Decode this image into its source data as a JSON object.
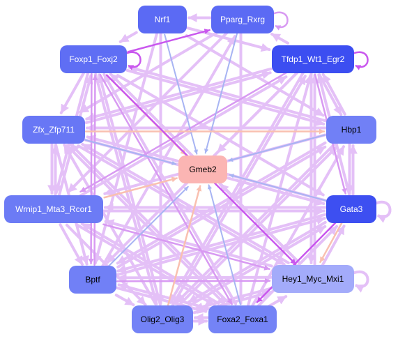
{
  "nodes": [
    {
      "id": "nrf1",
      "label": "Nrf1",
      "fill": "#5b6af4",
      "text_color": "#ffffff"
    },
    {
      "id": "pparg",
      "label": "Pparg_Rxrg",
      "fill": "#5b6af4",
      "text_color": "#ffffff"
    },
    {
      "id": "foxp1",
      "label": "Foxp1_Foxj2",
      "fill": "#5f6ef4",
      "text_color": "#ffffff"
    },
    {
      "id": "tfdp1",
      "label": "Tfdp1_Wt1_Egr2",
      "fill": "#3c4ef1",
      "text_color": "#ffffff"
    },
    {
      "id": "zfx",
      "label": "Zfx_Zfp711",
      "fill": "#6877f5",
      "text_color": "#ffffff"
    },
    {
      "id": "hbp1",
      "label": "Hbp1",
      "fill": "#7180f6",
      "text_color": "#000000"
    },
    {
      "id": "gmeb2",
      "label": "Gmeb2",
      "fill": "#fbb5b3",
      "text_color": "#000000"
    },
    {
      "id": "wrnip1",
      "label": "Wrnip1_Mta3_Rcor1",
      "fill": "#6c7bf5",
      "text_color": "#ffffff"
    },
    {
      "id": "gata3",
      "label": "Gata3",
      "fill": "#3d4ff1",
      "text_color": "#ffffff"
    },
    {
      "id": "bptf",
      "label": "Bptf",
      "fill": "#7180f6",
      "text_color": "#000000"
    },
    {
      "id": "hey1",
      "label": "Hey1_Myc_Mxi1",
      "fill": "#a3abfa",
      "text_color": "#000000"
    },
    {
      "id": "olig2",
      "label": "Olig2_Olig3",
      "fill": "#7382f6",
      "text_color": "#000000"
    },
    {
      "id": "foxa2",
      "label": "Foxa2_Foxa1",
      "fill": "#7483f6",
      "text_color": "#000000"
    }
  ],
  "edge_colors": {
    "light_purple": "#e4c0f7",
    "medium_purple": "#d89af2",
    "strong_purple": "#c957ee",
    "blue": "#a7b4f3",
    "salmon": "#f9c0b0"
  },
  "edges": [
    {
      "from": "nrf1",
      "to": "gmeb2",
      "color": "blue"
    },
    {
      "from": "pparg",
      "to": "gmeb2",
      "color": "blue"
    },
    {
      "from": "foxp1",
      "to": "gmeb2",
      "color": "salmon"
    },
    {
      "from": "tfdp1",
      "to": "gmeb2",
      "color": "light_purple"
    },
    {
      "from": "zfx",
      "to": "gmeb2",
      "color": "blue"
    },
    {
      "from": "hbp1",
      "to": "gmeb2",
      "color": "blue"
    },
    {
      "from": "wrnip1",
      "to": "gmeb2",
      "color": "salmon"
    },
    {
      "from": "gata3",
      "to": "gmeb2",
      "color": "blue"
    },
    {
      "from": "bptf",
      "to": "gmeb2",
      "color": "blue"
    },
    {
      "from": "hey1",
      "to": "gmeb2",
      "color": "light_purple"
    },
    {
      "from": "olig2",
      "to": "gmeb2",
      "color": "salmon"
    },
    {
      "from": "foxa2",
      "to": "gmeb2",
      "color": "blue"
    },
    {
      "from": "gata3",
      "to": "hey1",
      "color": "salmon"
    },
    {
      "from": "zfx",
      "to": "hbp1",
      "color": "salmon"
    },
    {
      "from": "foxp1",
      "to": "pparg",
      "color": "strong_purple"
    },
    {
      "from": "foxp1",
      "to": "hey1",
      "color": "strong_purple"
    },
    {
      "from": "gata3",
      "to": "foxa2",
      "color": "strong_purple"
    },
    {
      "from": "tfdp1",
      "to": "wrnip1",
      "color": "medium_purple"
    },
    {
      "from": "bptf",
      "to": "hey1",
      "color": "medium_purple"
    },
    {
      "from": "foxp1",
      "to": "foxa2",
      "color": "medium_purple"
    },
    {
      "from": "nrf1",
      "to": "foxp1",
      "color": "light_purple"
    },
    {
      "from": "pparg",
      "to": "nrf1",
      "color": "light_purple"
    },
    {
      "from": "foxp1",
      "to": "zfx",
      "color": "light_purple"
    },
    {
      "from": "zfx",
      "to": "wrnip1",
      "color": "light_purple"
    },
    {
      "from": "wrnip1",
      "to": "zfx",
      "color": "light_purple"
    },
    {
      "from": "wrnip1",
      "to": "bptf",
      "color": "light_purple"
    },
    {
      "from": "bptf",
      "to": "olig2",
      "color": "light_purple"
    },
    {
      "from": "olig2",
      "to": "foxa2",
      "color": "light_purple"
    },
    {
      "from": "foxa2",
      "to": "olig2",
      "color": "light_purple"
    },
    {
      "from": "foxa2",
      "to": "hey1",
      "color": "light_purple"
    },
    {
      "from": "hey1",
      "to": "gata3",
      "color": "light_purple"
    },
    {
      "from": "gata3",
      "to": "hbp1",
      "color": "light_purple"
    },
    {
      "from": "hbp1",
      "to": "gata3",
      "color": "light_purple"
    },
    {
      "from": "hbp1",
      "to": "tfdp1",
      "color": "light_purple"
    },
    {
      "from": "tfdp1",
      "to": "hbp1",
      "color": "light_purple"
    },
    {
      "from": "tfdp1",
      "to": "pparg",
      "color": "light_purple"
    },
    {
      "from": "nrf1",
      "to": "tfdp1",
      "color": "light_purple"
    },
    {
      "from": "nrf1",
      "to": "hbp1",
      "color": "light_purple"
    },
    {
      "from": "nrf1",
      "to": "olig2",
      "color": "light_purple"
    },
    {
      "from": "nrf1",
      "to": "bptf",
      "color": "light_purple"
    },
    {
      "from": "pparg",
      "to": "wrnip1",
      "color": "light_purple"
    },
    {
      "from": "pparg",
      "to": "foxa2",
      "color": "light_purple"
    },
    {
      "from": "pparg",
      "to": "zfx",
      "color": "light_purple"
    },
    {
      "from": "foxp1",
      "to": "hbp1",
      "color": "light_purple"
    },
    {
      "from": "foxp1",
      "to": "gata3",
      "color": "light_purple"
    },
    {
      "from": "foxp1",
      "to": "bptf",
      "color": "medium_purple"
    },
    {
      "from": "foxp1",
      "to": "olig2",
      "color": "light_purple"
    },
    {
      "from": "foxp1",
      "to": "wrnip1",
      "color": "light_purple"
    },
    {
      "from": "tfdp1",
      "to": "zfx",
      "color": "light_purple"
    },
    {
      "from": "tfdp1",
      "to": "bptf",
      "color": "light_purple"
    },
    {
      "from": "tfdp1",
      "to": "olig2",
      "color": "light_purple"
    },
    {
      "from": "tfdp1",
      "to": "hey1",
      "color": "light_purple"
    },
    {
      "from": "tfdp1",
      "to": "gata3",
      "color": "medium_purple"
    },
    {
      "from": "zfx",
      "to": "gata3",
      "color": "light_purple"
    },
    {
      "from": "zfx",
      "to": "hey1",
      "color": "light_purple"
    },
    {
      "from": "zfx",
      "to": "foxa2",
      "color": "light_purple"
    },
    {
      "from": "zfx",
      "to": "tfdp1",
      "color": "light_purple"
    },
    {
      "from": "zfx",
      "to": "bptf",
      "color": "light_purple"
    },
    {
      "from": "hbp1",
      "to": "wrnip1",
      "color": "light_purple"
    },
    {
      "from": "hbp1",
      "to": "bptf",
      "color": "light_purple"
    },
    {
      "from": "hbp1",
      "to": "olig2",
      "color": "light_purple"
    },
    {
      "from": "hbp1",
      "to": "foxp1",
      "color": "light_purple"
    },
    {
      "from": "hbp1",
      "to": "zfx",
      "color": "light_purple"
    },
    {
      "from": "wrnip1",
      "to": "gata3",
      "color": "light_purple"
    },
    {
      "from": "wrnip1",
      "to": "hey1",
      "color": "medium_purple"
    },
    {
      "from": "wrnip1",
      "to": "foxa2",
      "color": "light_purple"
    },
    {
      "from": "wrnip1",
      "to": "olig2",
      "color": "light_purple"
    },
    {
      "from": "wrnip1",
      "to": "tfdp1",
      "color": "light_purple"
    },
    {
      "from": "wrnip1",
      "to": "foxp1",
      "color": "light_purple"
    },
    {
      "from": "gata3",
      "to": "wrnip1",
      "color": "light_purple"
    },
    {
      "from": "gata3",
      "to": "zfx",
      "color": "light_purple"
    },
    {
      "from": "gata3",
      "to": "olig2",
      "color": "light_purple"
    },
    {
      "from": "gata3",
      "to": "bptf",
      "color": "light_purple"
    },
    {
      "from": "gata3",
      "to": "tfdp1",
      "color": "light_purple"
    },
    {
      "from": "bptf",
      "to": "foxa2",
      "color": "light_purple"
    },
    {
      "from": "bptf",
      "to": "gata3",
      "color": "light_purple"
    },
    {
      "from": "bptf",
      "to": "hbp1",
      "color": "light_purple"
    },
    {
      "from": "bptf",
      "to": "foxp1",
      "color": "medium_purple"
    },
    {
      "from": "bptf",
      "to": "pparg",
      "color": "light_purple"
    },
    {
      "from": "hey1",
      "to": "bptf",
      "color": "light_purple"
    },
    {
      "from": "hey1",
      "to": "wrnip1",
      "color": "light_purple"
    },
    {
      "from": "hey1",
      "to": "zfx",
      "color": "light_purple"
    },
    {
      "from": "hey1",
      "to": "foxp1",
      "color": "light_purple"
    },
    {
      "from": "hey1",
      "to": "tfdp1",
      "color": "light_purple"
    },
    {
      "from": "hey1",
      "to": "olig2",
      "color": "light_purple"
    },
    {
      "from": "olig2",
      "to": "hey1",
      "color": "light_purple"
    },
    {
      "from": "olig2",
      "to": "gata3",
      "color": "light_purple"
    },
    {
      "from": "olig2",
      "to": "hbp1",
      "color": "light_purple"
    },
    {
      "from": "olig2",
      "to": "tfdp1",
      "color": "light_purple"
    },
    {
      "from": "olig2",
      "to": "foxp1",
      "color": "light_purple"
    },
    {
      "from": "olig2",
      "to": "zfx",
      "color": "light_purple"
    },
    {
      "from": "foxa2",
      "to": "bptf",
      "color": "light_purple"
    },
    {
      "from": "foxa2",
      "to": "gata3",
      "color": "light_purple"
    },
    {
      "from": "foxa2",
      "to": "hbp1",
      "color": "light_purple"
    },
    {
      "from": "foxa2",
      "to": "tfdp1",
      "color": "light_purple"
    },
    {
      "from": "foxa2",
      "to": "foxp1",
      "color": "light_purple"
    },
    {
      "from": "foxa2",
      "to": "wrnip1",
      "color": "light_purple"
    },
    {
      "from": "foxa2",
      "to": "zfx",
      "color": "light_purple"
    }
  ],
  "self_loops": [
    {
      "node": "pparg",
      "color": "medium_purple"
    },
    {
      "node": "foxp1",
      "color": "strong_purple"
    },
    {
      "node": "tfdp1",
      "color": "strong_purple"
    },
    {
      "node": "gata3",
      "color": "light_purple"
    },
    {
      "node": "hey1",
      "color": "light_purple"
    }
  ]
}
